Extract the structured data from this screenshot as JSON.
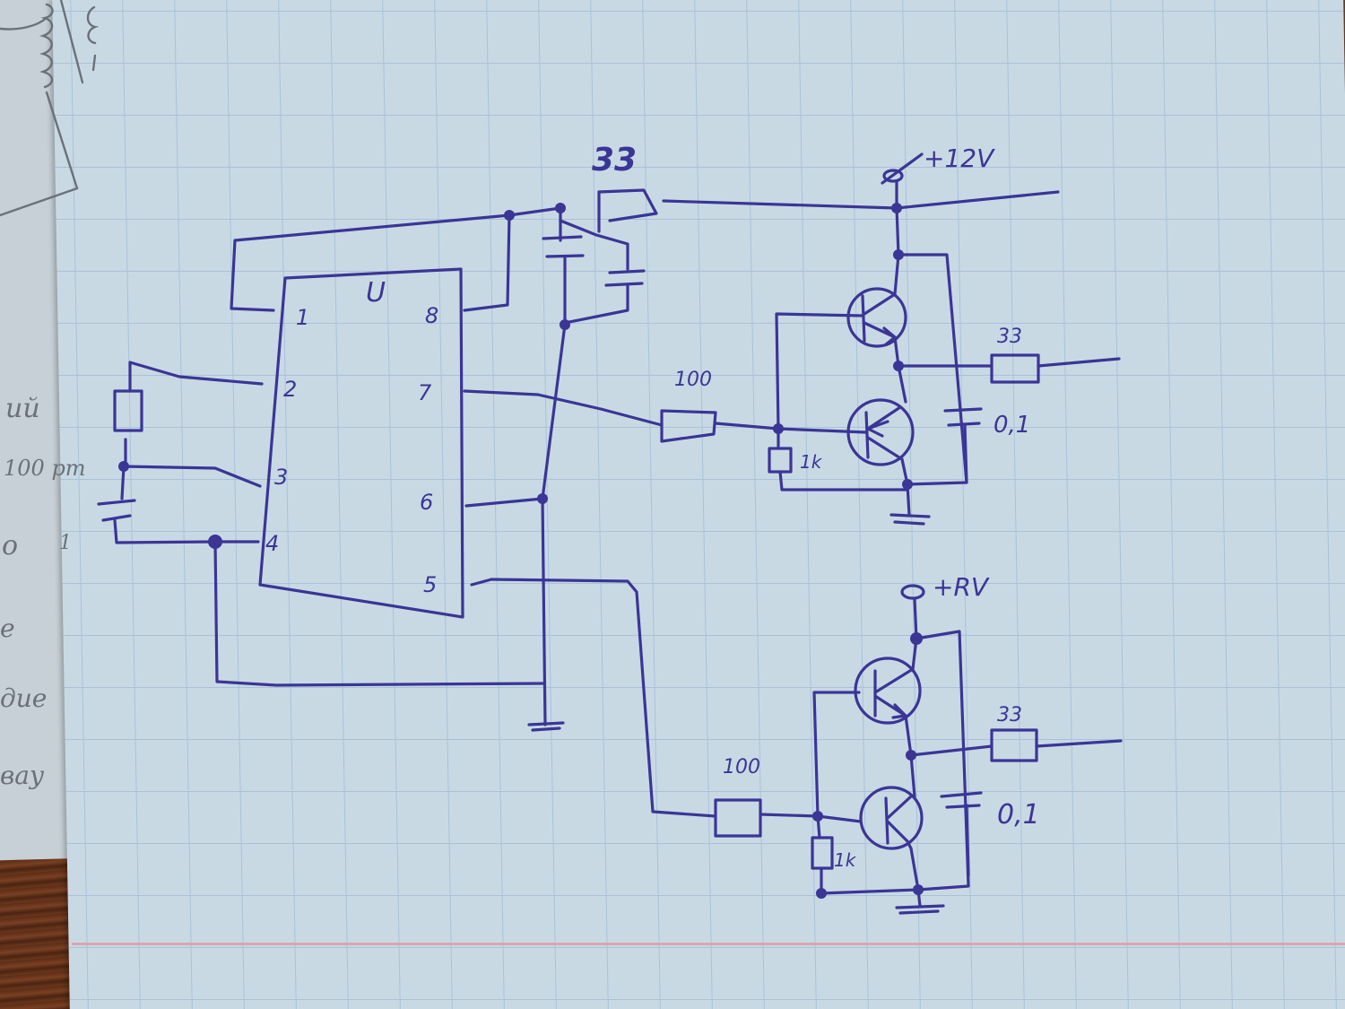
{
  "page": {
    "description": "Hand-drawn circuit schematic in blue ink on graph paper"
  },
  "colors": {
    "ink": "#3b3596",
    "paper": "#c9d9e4",
    "grid": "#a7c2da",
    "margin_line": "#e29aa6",
    "pencil": "#6a7178"
  },
  "ic": {
    "name_label": "U",
    "pins": [
      {
        "number": "1"
      },
      {
        "number": "2"
      },
      {
        "number": "3"
      },
      {
        "number": "4"
      },
      {
        "number": "5"
      },
      {
        "number": "6"
      },
      {
        "number": "7"
      },
      {
        "number": "8"
      }
    ],
    "pin_labels": {
      "p1": "1",
      "p2": "2",
      "p3": "3",
      "p4": "4",
      "p5": "5",
      "p6": "6",
      "p7": "7",
      "p8": "8"
    }
  },
  "components": {
    "top_resistor_label": "33",
    "supply_top_label": "+12V",
    "supply_bottom_label": "+RV",
    "stage1": {
      "input_resistor": "100",
      "bias_resistor": "1k",
      "output_resistor": "33",
      "capacitor": "0,1"
    },
    "stage2": {
      "input_resistor": "100",
      "bias_resistor": "1k",
      "output_resistor": "33",
      "capacitor": "0,1"
    }
  },
  "background_notes": {
    "left_sheet_fragments": [
      "ий",
      "100 рт",
      "о",
      "1",
      "е",
      "дие",
      "вау"
    ]
  }
}
